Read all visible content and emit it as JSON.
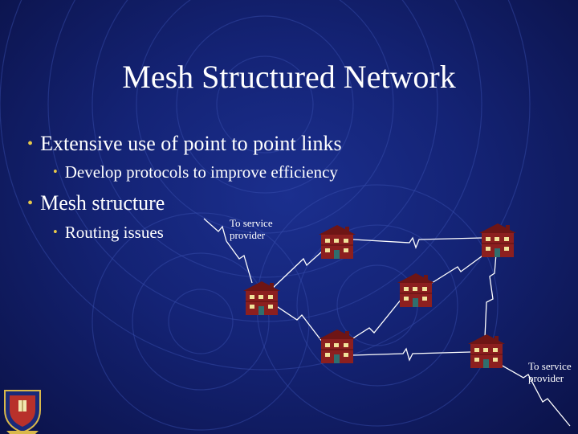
{
  "slide": {
    "title": "Mesh Structured Network",
    "bullets": [
      {
        "text": "Extensive use of point to point links",
        "level": 1
      },
      {
        "text": "Develop protocols to improve efficiency",
        "level": 2
      },
      {
        "text": "Mesh structure",
        "level": 1
      },
      {
        "text": "Routing issues",
        "level": 2
      }
    ],
    "service_label_top": {
      "line1": "To service",
      "line2": "provider"
    },
    "service_label_bottom": {
      "line1": "To service",
      "line2": "provider"
    }
  },
  "colors": {
    "background": "#142375",
    "text": "#ffffff",
    "bullet": "#e6c84a",
    "house": "#8c1f1f",
    "link": "#ffffff"
  },
  "icons": [
    "house-icon",
    "crest-icon",
    "lightning-link"
  ]
}
